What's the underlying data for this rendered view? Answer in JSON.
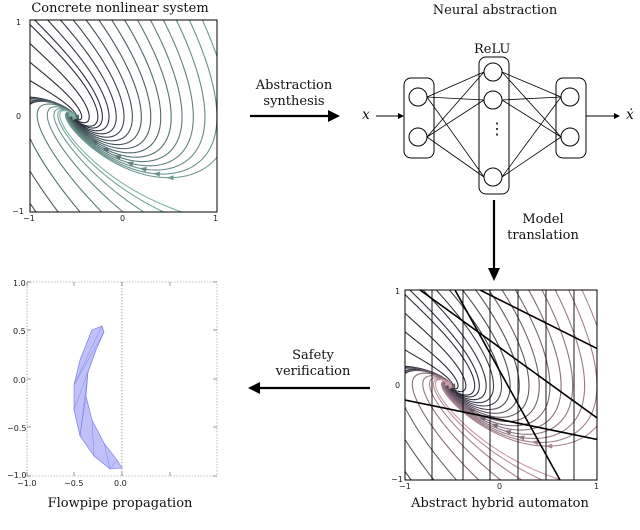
{
  "panels": {
    "concrete": {
      "title": "Concrete nonlinear system",
      "ticks_x": [
        "−1",
        "0",
        "1"
      ],
      "ticks_y": [
        "1",
        "0",
        "−1"
      ]
    },
    "neural": {
      "title": "Neural abstraction",
      "layer_label": "ReLU",
      "input_label": "x",
      "output_label": "ẋ",
      "dots": "⋮"
    },
    "automaton": {
      "title": "Abstract hybrid automaton",
      "ticks_x": [
        "−1",
        "0",
        "1"
      ],
      "ticks_y": [
        "1",
        "0",
        "−1"
      ]
    },
    "flowpipe": {
      "title": "Flowpipe propagation",
      "ticks_x": [
        "−1.0",
        "−0.5",
        "0.0"
      ],
      "ticks_y": [
        "1.0",
        "0.5",
        "0.0",
        "−0.5",
        "−1.0"
      ]
    }
  },
  "arrows": {
    "synthesis": [
      "Abstraction",
      "synthesis"
    ],
    "translation": [
      "Model",
      "translation"
    ],
    "verification": [
      "Safety",
      "verification"
    ]
  },
  "colors": {
    "stream_dark": "#2a2d3a",
    "stream_teal": "#7fb3a8",
    "stream_pink": "#c99aa8",
    "flowpipe": "#8f93f0"
  }
}
